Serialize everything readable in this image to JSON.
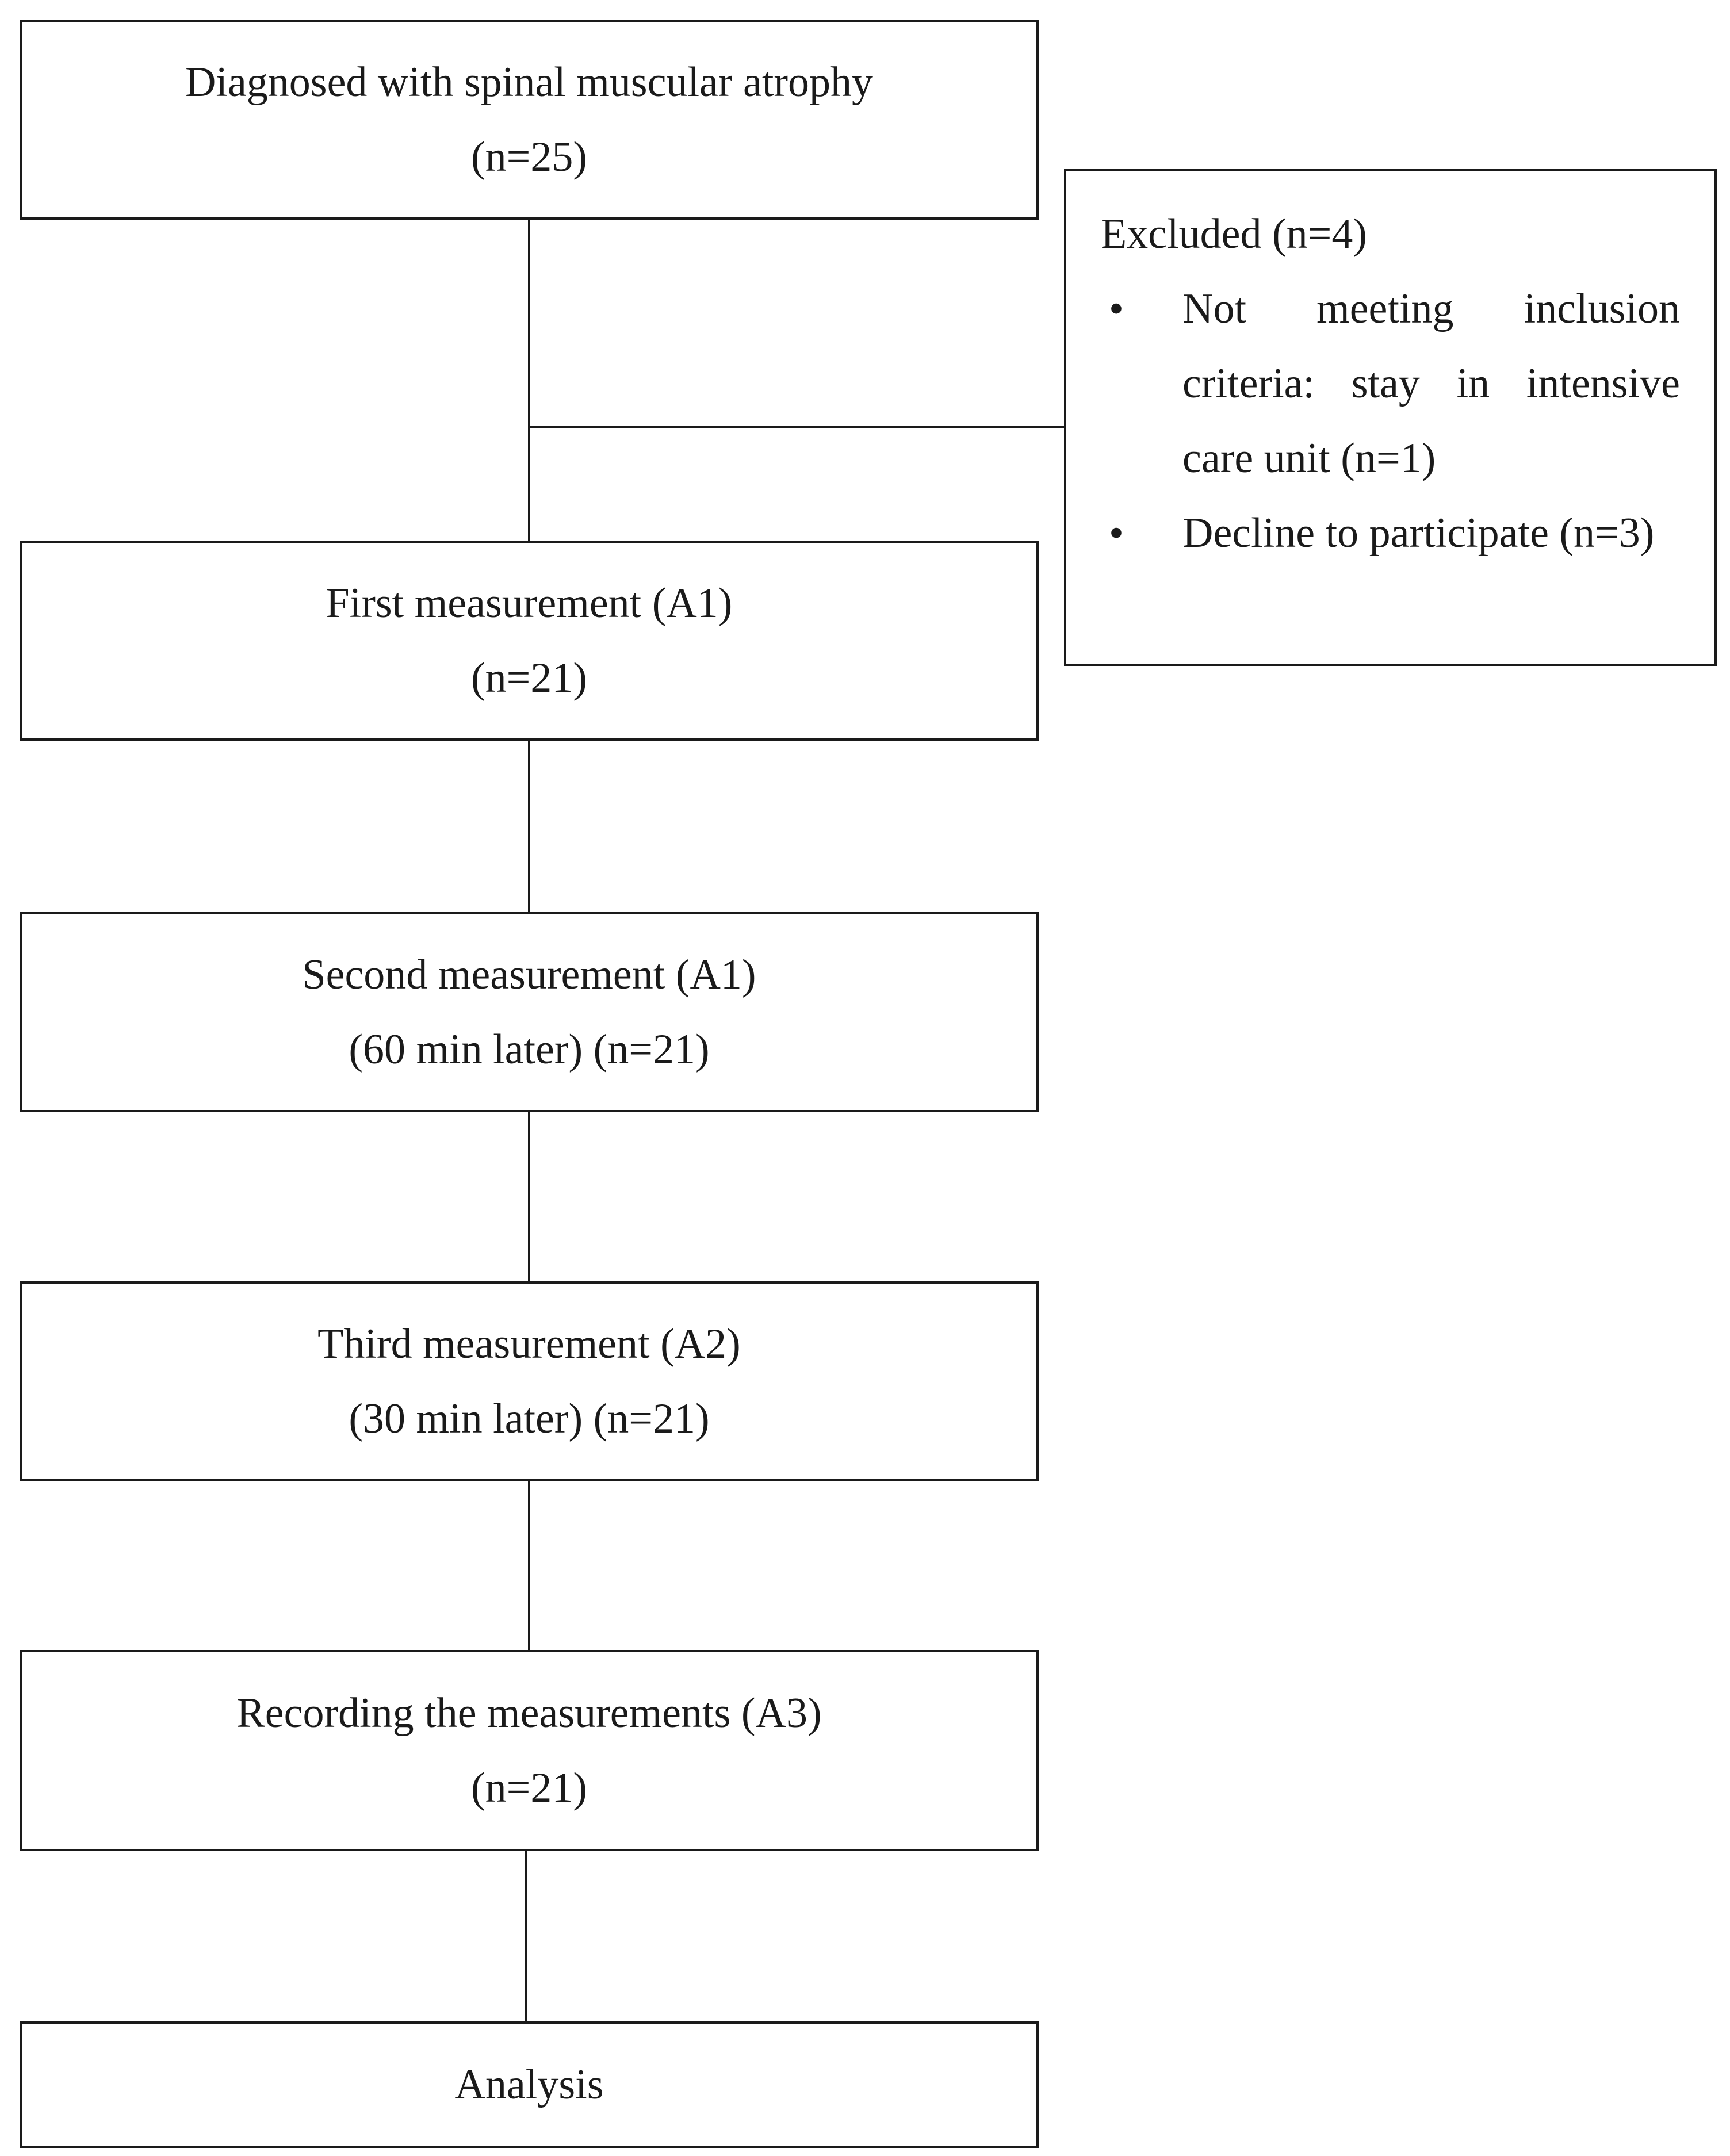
{
  "flow": {
    "diagnosed": {
      "line1": "Diagnosed with spinal muscular atrophy",
      "line2": "(n=25)"
    },
    "excluded": {
      "title": "Excluded (n=4)",
      "items": [
        "Not meeting inclusion criteria: stay in intensive care unit (n=1)",
        "Decline to participate (n=3)"
      ],
      "bullet": "•"
    },
    "first": {
      "line1": "First measurement (A1)",
      "line2": "(n=21)"
    },
    "second": {
      "line1": "Second measurement (A1)",
      "line2": "(60 min later) (n=21)"
    },
    "third": {
      "line1": "Third measurement (A2)",
      "line2": "(30 min later) (n=21)"
    },
    "recording": {
      "line1": "Recording the measurements (A3)",
      "line2": "(n=21)"
    },
    "analysis": {
      "line1": "Analysis"
    }
  }
}
